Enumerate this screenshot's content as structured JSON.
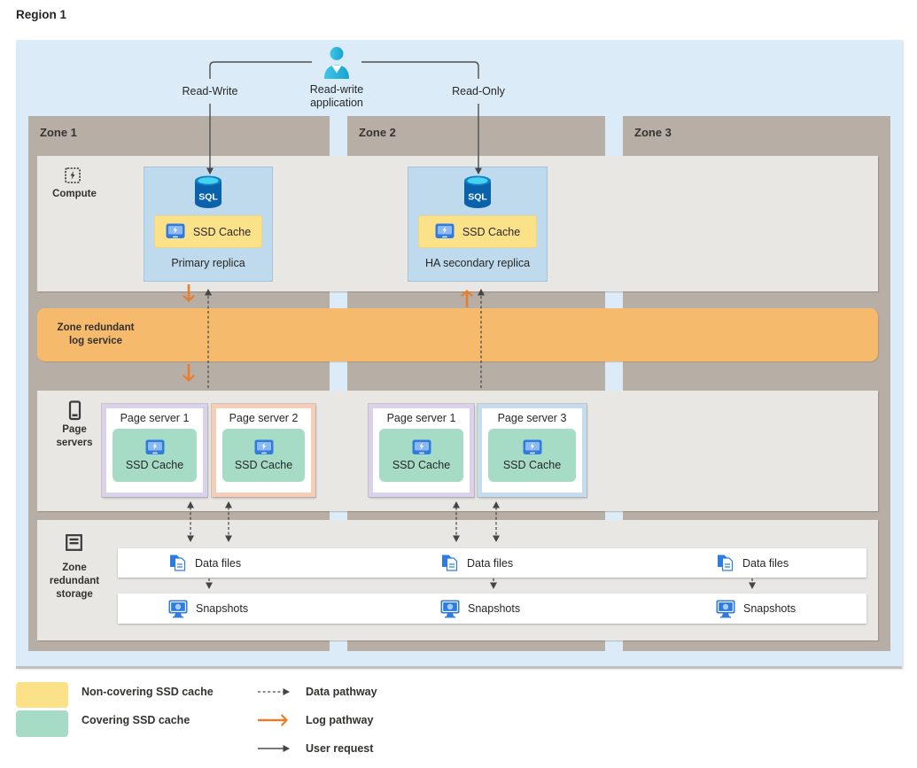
{
  "title": "Region 1",
  "app": {
    "name_line1": "Read-write",
    "name_line2": "application",
    "read_write": "Read-Write",
    "read_only": "Read-Only"
  },
  "zones": {
    "zone1": "Zone 1",
    "zone2": "Zone 2",
    "zone3": "Zone 3"
  },
  "rows": {
    "compute_label": "Compute",
    "log_label_line1": "Zone redundant",
    "log_label_line2": "log service",
    "page_label_line1": "Page",
    "page_label_line2": "servers",
    "storage_label_line1": "Zone",
    "storage_label_line2": "redundant",
    "storage_label_line3": "storage"
  },
  "compute": {
    "sql_label": "SQL",
    "cache_label": "SSD Cache",
    "primary_name": "Primary replica",
    "secondary_name": "HA secondary replica"
  },
  "page_servers": {
    "cache_label": "SSD Cache",
    "zone1": [
      {
        "name": "Page server 1"
      },
      {
        "name": "Page server 2"
      }
    ],
    "zone2": [
      {
        "name": "Page server 1"
      },
      {
        "name": "Page server 3"
      }
    ]
  },
  "storage": {
    "data_files": "Data files",
    "snapshots": "Snapshots"
  },
  "legend": {
    "non_covering": "Non-covering SSD cache",
    "covering": "Covering SSD cache",
    "data_pathway": "Data pathway",
    "log_pathway": "Log pathway",
    "user_request": "User request"
  },
  "icons": {
    "user": "person-icon",
    "sql": "sql-database-icon",
    "ssd": "ssd-drive-icon",
    "data_files": "documents-icon",
    "snapshots": "screen-snapshot-icon",
    "compute": "chip-icon",
    "page_servers": "server-tower-icon",
    "storage": "storage-drawer-icon"
  },
  "colors": {
    "region_bg": "#dbecf8",
    "zone_bg": "#b7aea5",
    "band_bg": "#e9e7e3",
    "log_band": "#f6ba6d",
    "replica_bg": "#bfdaed",
    "non_covering_cache": "#fbe289",
    "covering_cache": "#a6dbc6",
    "frame_lavender": "#d9d2ea",
    "frame_peach": "#f8cdb5",
    "frame_blue": "#c3ddee",
    "log_arrow": "#e87e2b",
    "data_arrow": "#4a4a4a",
    "icon_blue": "#2f7ce1",
    "sql_cyan": "#45d3ef"
  }
}
